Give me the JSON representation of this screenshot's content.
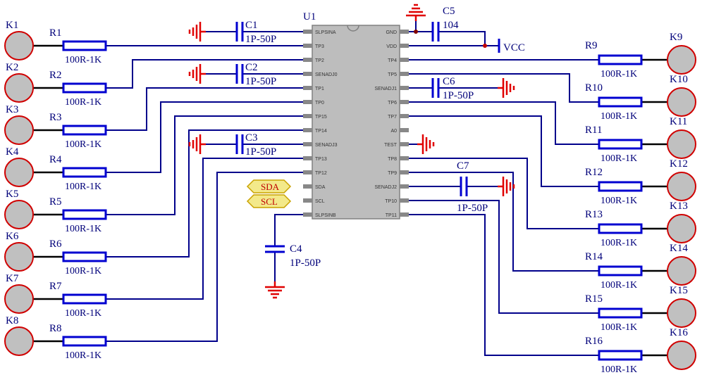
{
  "ic": {
    "ref": "U1",
    "left_pins": [
      "SLPSINA",
      "TP3",
      "TP2",
      "SENADJ0",
      "TP1",
      "TP0",
      "TP15",
      "TP14",
      "SENADJ3",
      "TP13",
      "TP12",
      "SDA",
      "SCL",
      "SLPSINB"
    ],
    "right_pins": [
      "GND",
      "VDD",
      "TP4",
      "TP5",
      "SENADJ1",
      "TP6",
      "TP7",
      "A0",
      "TEST",
      "TP8",
      "TP9",
      "SENADJ2",
      "TP10",
      "TP11"
    ]
  },
  "pads_left": [
    "K1",
    "K2",
    "K3",
    "K4",
    "K5",
    "K6",
    "K7",
    "K8"
  ],
  "pads_right": [
    "K9",
    "K10",
    "K11",
    "K12",
    "K13",
    "K14",
    "K15",
    "K16"
  ],
  "resistors_left": [
    "R1",
    "R2",
    "R3",
    "R4",
    "R5",
    "R6",
    "R7",
    "R8"
  ],
  "resistors_right": [
    "R9",
    "R10",
    "R11",
    "R12",
    "R13",
    "R14",
    "R15",
    "R16"
  ],
  "resistor_value": "100R-1K",
  "capacitors": {
    "c1": {
      "ref": "C1",
      "value": "1P-50P"
    },
    "c2": {
      "ref": "C2",
      "value": "1P-50P"
    },
    "c3": {
      "ref": "C3",
      "value": "1P-50P"
    },
    "c4": {
      "ref": "C4",
      "value": "1P-50P"
    },
    "c5": {
      "ref": "C5",
      "value": "104"
    },
    "c6": {
      "ref": "C6",
      "value": "1P-50P"
    },
    "c7": {
      "ref": "C7",
      "value": "1P-50P"
    }
  },
  "power_label": "VCC",
  "bus_labels": {
    "sda": "SDA",
    "scl": "SCL"
  },
  "colors": {
    "wire": "#00008b",
    "component": "#0000d0",
    "ground": "#e00000",
    "pad": "#c0c0c0"
  }
}
